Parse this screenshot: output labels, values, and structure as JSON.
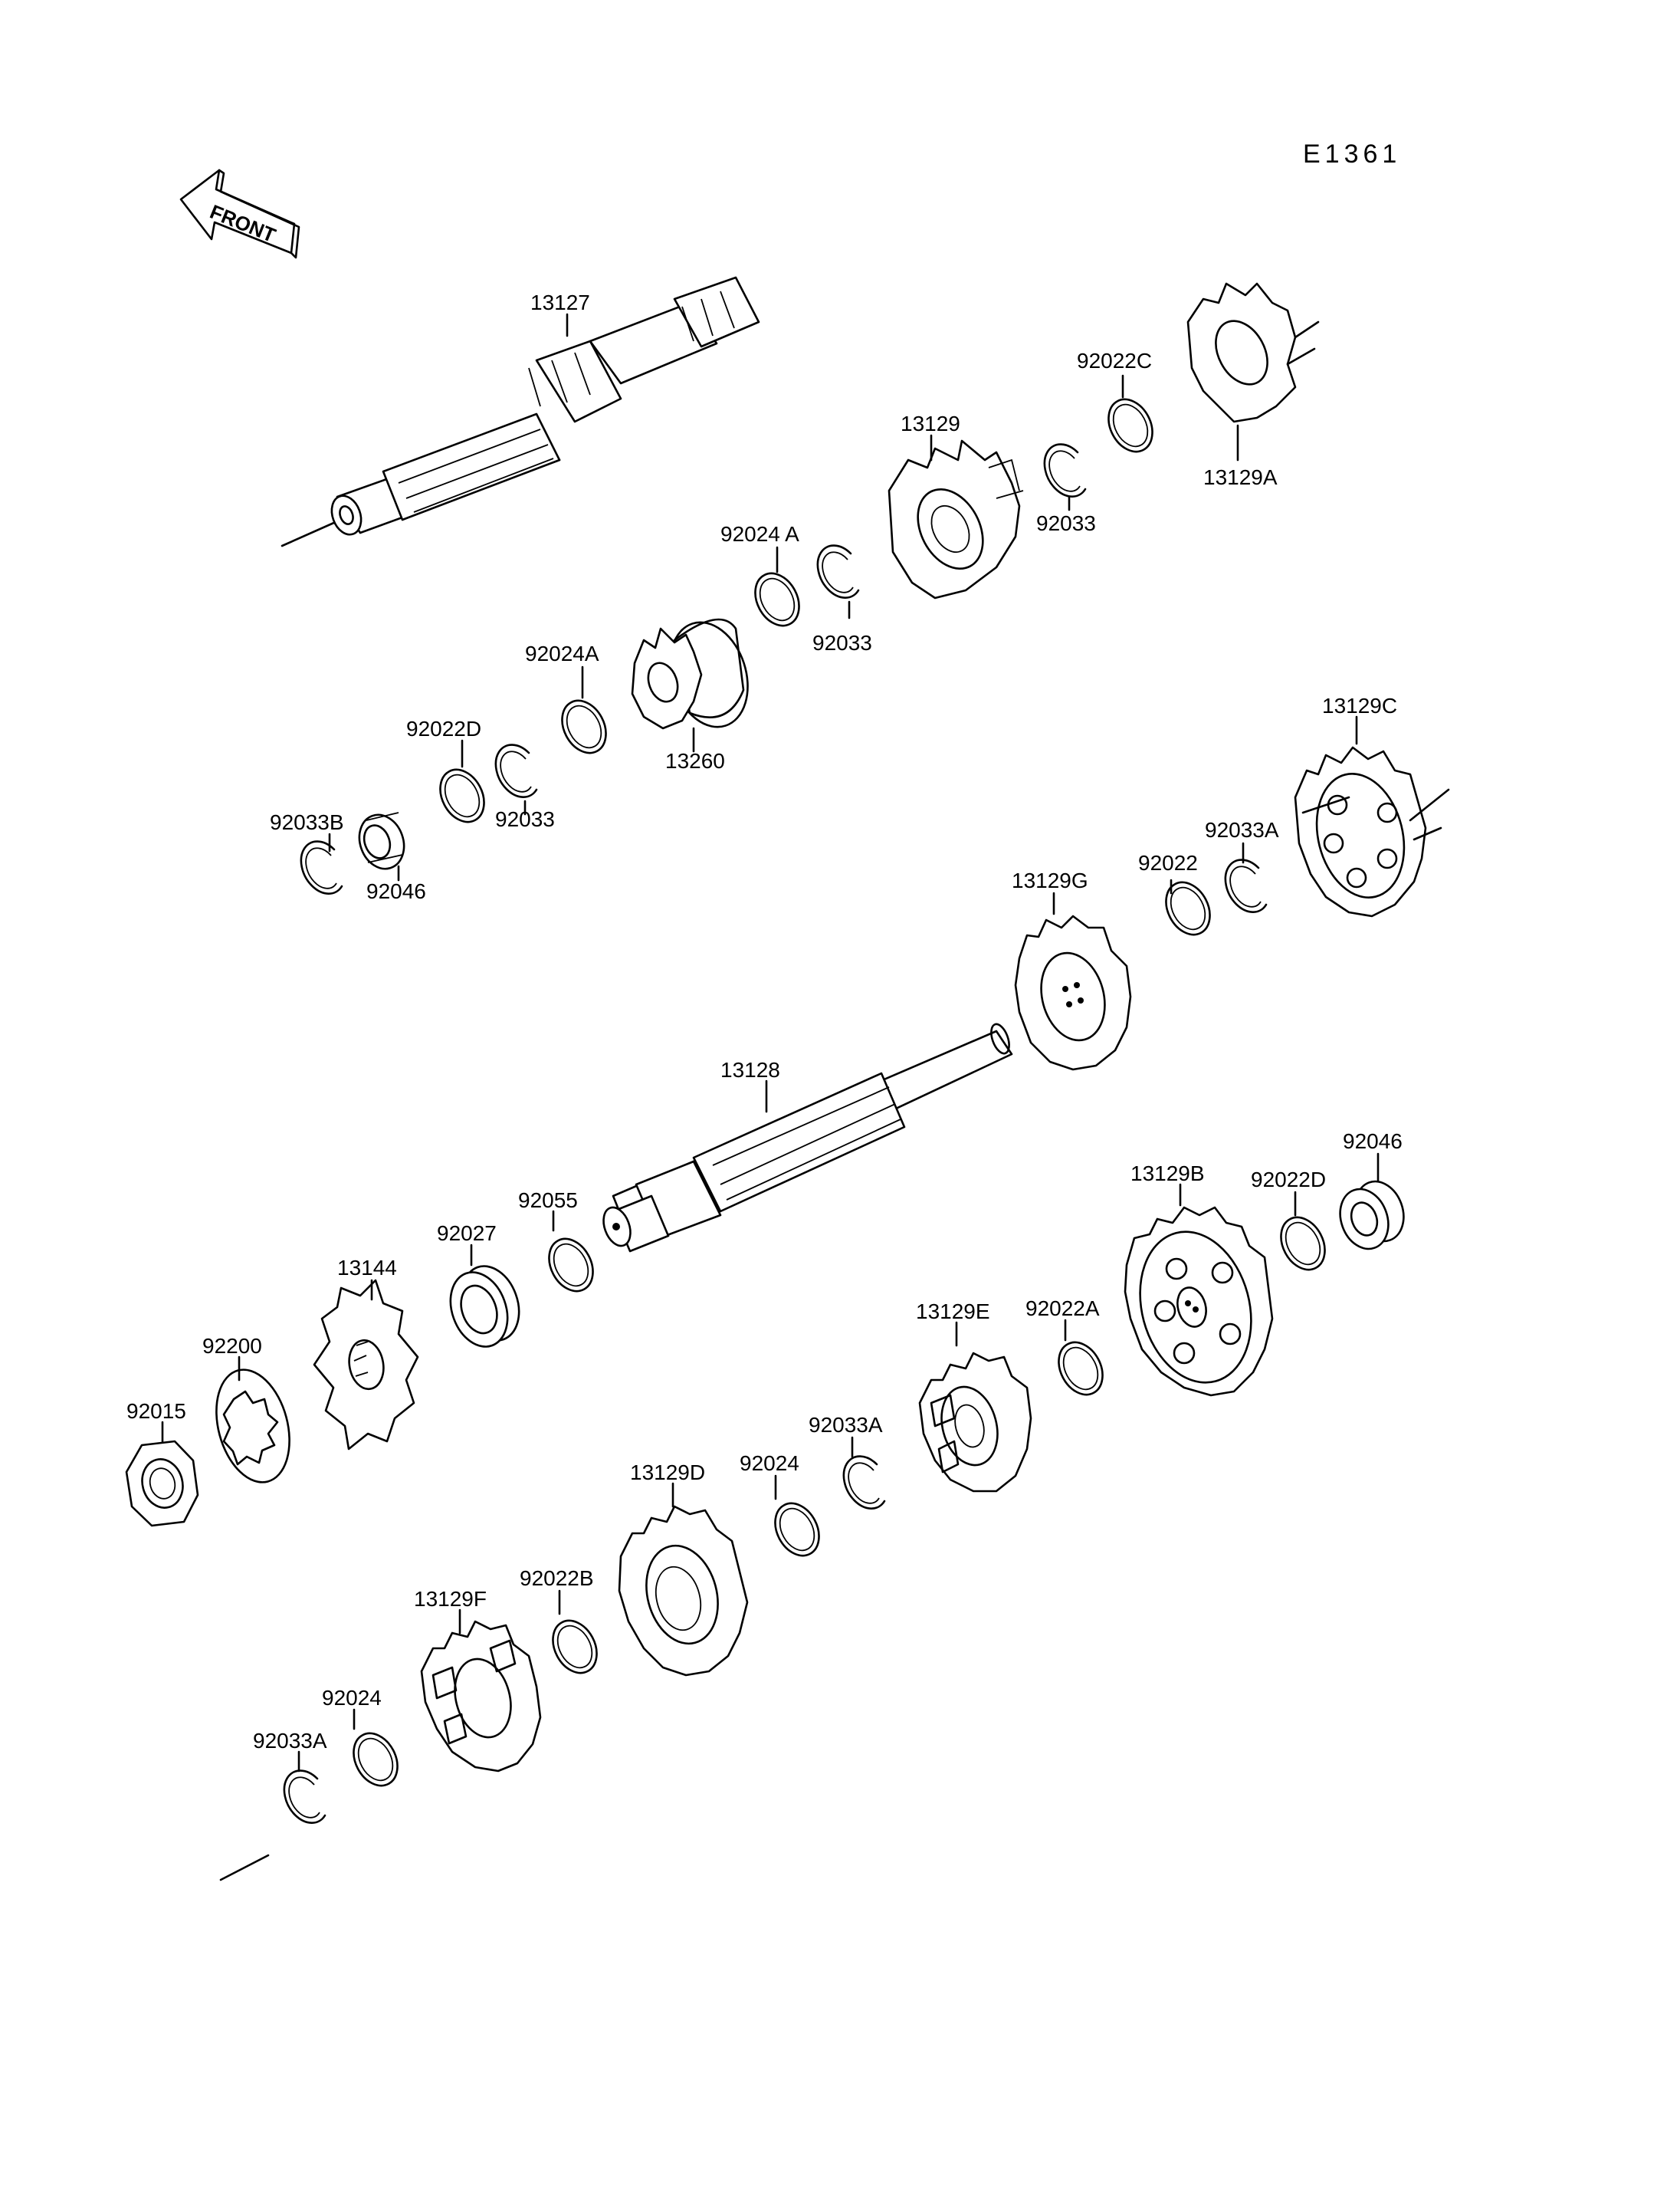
{
  "diagram_code": "E1361",
  "front_label": "FRONT",
  "parts": {
    "p13127": "13127",
    "p13129": "13129",
    "p13129A": "13129A",
    "p13129B": "13129B",
    "p13129C": "13129C",
    "p13129D": "13129D",
    "p13129E": "13129E",
    "p13129F": "13129F",
    "p13129G": "13129G",
    "p13128": "13128",
    "p13260": "13260",
    "p13144": "13144",
    "p92022": "92022",
    "p92022A": "92022A",
    "p92022B": "92022B",
    "p92022C": "92022C",
    "p92022D": "92022D",
    "p92024": "92024",
    "p92024A": "92024 A",
    "p92024A2": "92024A",
    "p92033": "92033",
    "p92033A": "92033A",
    "p92033B": "92033B",
    "p92046": "92046",
    "p92027": "92027",
    "p92055": "92055",
    "p92200": "92200",
    "p92015": "92015"
  }
}
